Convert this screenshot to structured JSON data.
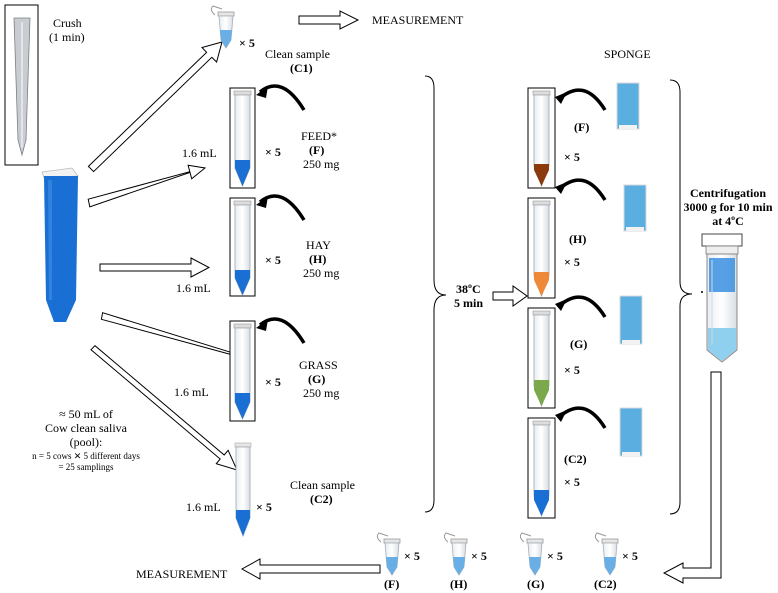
{
  "colors": {
    "saliva": "#1a6fd4",
    "feed": "#8b3a0e",
    "hay": "#f0883a",
    "grass": "#7aa84a",
    "sponge": "#5aaee0",
    "supernatant": "#8fd0ee"
  },
  "crush": {
    "label": "Crush",
    "time": "(1 min)"
  },
  "saliva": {
    "line1": "≈ 50 mL of",
    "line2": "Cow clean saliva",
    "line3": "(pool):",
    "line4": "n = 5 cows ✕ 5 different days",
    "line5": "= 25 samplings"
  },
  "c1": {
    "times": "× 5",
    "label": "Clean sample",
    "code": "(C1)",
    "measurement": "MEASUREMENT"
  },
  "feed": {
    "volume": "1.6 mL",
    "times": "× 5",
    "name": "FEED*",
    "code": "(F)",
    "mass": "250 mg"
  },
  "hay": {
    "volume": "1.6 mL",
    "times": "× 5",
    "name": "HAY",
    "code": "(H)",
    "mass": "250 mg"
  },
  "grass": {
    "volume": "1.6 mL",
    "times": "× 5",
    "name": "GRASS",
    "code": "(G)",
    "mass": "250 mg"
  },
  "c2": {
    "volume": "1.6 mL",
    "times": "× 5",
    "label": "Clean sample",
    "code": "(C2)"
  },
  "incubation": {
    "temp": "38ºC",
    "time": "5 min"
  },
  "sponge": {
    "title": "SPONGE"
  },
  "rows": [
    {
      "code": "(F)",
      "times": "× 5"
    },
    {
      "code": "(H)",
      "times": "× 5"
    },
    {
      "code": "(G)",
      "times": "× 5"
    },
    {
      "code": "(C2)",
      "times": "× 5"
    }
  ],
  "centrifugation": {
    "line1": "Centrifugation",
    "line2": "3000 g for 10 min",
    "line3": "at 4ºC"
  },
  "bottom": {
    "measurement": "MEASUREMENT",
    "tubes": [
      {
        "code": "(F)",
        "times": "× 5"
      },
      {
        "code": "(H)",
        "times": "× 5"
      },
      {
        "code": "(G)",
        "times": "× 5"
      },
      {
        "code": "(C2)",
        "times": "× 5"
      }
    ]
  }
}
